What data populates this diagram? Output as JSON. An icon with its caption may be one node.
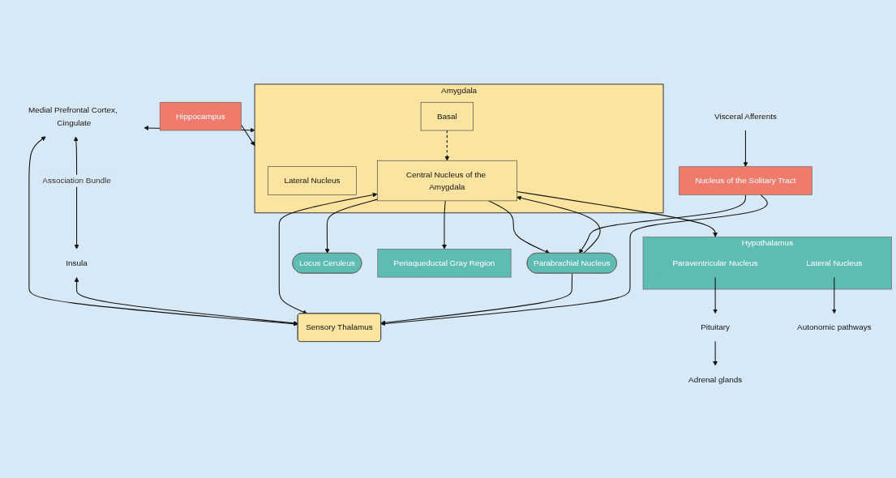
{
  "diagram": {
    "nodes": [
      {
        "text": [
          "Medial Prefrontal Cortex, Cingulate"
        ]
      },
      {
        "text": [
          "Insula"
        ]
      },
      {
        "text": [
          "Amygdala"
        ]
      },
      {
        "text": [
          "Lateral Nucleus"
        ],
        "in": 2
      },
      {
        "text": [
          "Basal"
        ],
        "in": 2
      },
      {
        "text": [
          "Central Nucleus of the Amygdala"
        ],
        "in": 2
      },
      {
        "text": [
          "Hippocampus"
        ]
      },
      {
        "text": [
          "Sensory Thalamus"
        ]
      },
      {
        "text": [
          "Parabrachial Nucleus"
        ]
      },
      {
        "text": [
          "Hypothalamus"
        ]
      },
      {
        "text": [
          "Paraventricular Nucleus"
        ],
        "in": 9
      },
      {
        "text": [
          "Lateral Nucleus"
        ],
        "in": 9
      },
      {
        "text": [
          "Locus Ceruleus"
        ]
      },
      {
        "text": [
          "Periaqueductal Gray Region"
        ]
      },
      {
        "text": [
          "Pituitary"
        ]
      },
      {
        "text": [
          "Autonomic pathways"
        ]
      },
      {
        "text": [
          "Nucleus of the Solitary Tract"
        ]
      },
      {
        "text": [
          "Adrenal glands"
        ]
      },
      {
        "text": [
          "Visceral Afferents"
        ]
      }
    ],
    "edges": [
      {
        "from": 0,
        "to": 1,
        "arrow": "both",
        "label": "Association Bundle"
      },
      {
        "from": 0,
        "to": 2,
        "arrow": "both"
      },
      {
        "from": 0,
        "to": 7,
        "arrow": "both"
      },
      {
        "from": 1,
        "to": 7,
        "arrow": "both"
      },
      {
        "from": 6,
        "to": 2,
        "arrow": "to"
      },
      {
        "from": 4,
        "to": 5,
        "arrow": "to",
        "style": "dashed"
      },
      {
        "from": 5,
        "to": 7,
        "arrow": "both"
      },
      {
        "from": 8,
        "to": 5,
        "arrow": "to"
      },
      {
        "from": 5,
        "to": 8,
        "arrow": "to"
      },
      {
        "from": 5,
        "to": 9,
        "arrow": "to"
      },
      {
        "from": 5,
        "to": 12,
        "arrow": "to"
      },
      {
        "from": 5,
        "to": 13,
        "arrow": "to"
      },
      {
        "from": 8,
        "to": 7,
        "arrow": "to"
      },
      {
        "from": 16,
        "to": 8,
        "arrow": "to"
      },
      {
        "from": 16,
        "to": 7,
        "arrow": "to"
      },
      {
        "from": 18,
        "to": 16,
        "arrow": "to"
      },
      {
        "from": 10,
        "to": 14,
        "arrow": "to"
      },
      {
        "from": 14,
        "to": 17,
        "arrow": "to"
      },
      {
        "from": 11,
        "to": 15,
        "arrow": "to"
      }
    ]
  }
}
